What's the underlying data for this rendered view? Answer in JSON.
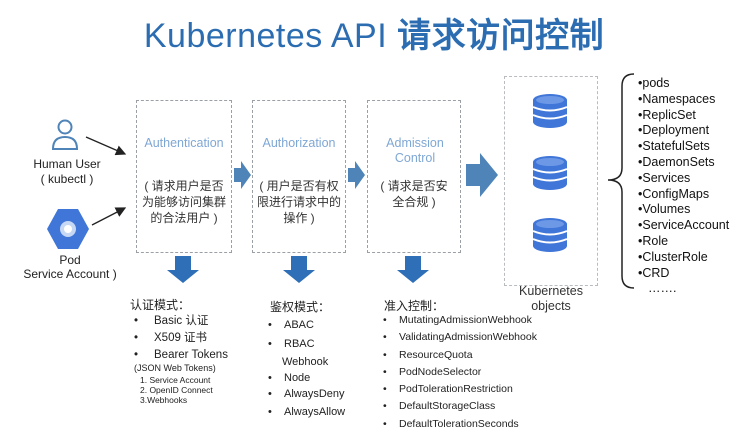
{
  "title": {
    "en": "Kubernetes API ",
    "cn": "请求访问控制"
  },
  "actors": {
    "human": {
      "line1": "Human User",
      "line2": "( kubectl )"
    },
    "pod": {
      "line1": "Pod",
      "line2": "Service Account )"
    }
  },
  "stages": [
    {
      "title": "Authentication",
      "desc": "( 请求用户是否为能够访问集群的合法用户 )"
    },
    {
      "title": "Authorization",
      "desc": "( 用户是否有权限进行请求中的操作 )"
    },
    {
      "title": "Admission Control",
      "desc": "( 请求是否安全合规 )"
    }
  ],
  "objects_label": "Kubernetes objects",
  "auth_modes": {
    "heading": "认证模式：",
    "items": [
      "Basic 认证",
      "X509 证书",
      "Bearer Tokens"
    ],
    "note": "(JSON Web Tokens)",
    "subitems": [
      "1. Service Account",
      "2. OpenID Connect",
      "3.Webhooks"
    ]
  },
  "authz_modes": {
    "heading": "鉴权模式：",
    "items": [
      "ABAC",
      "RBAC",
      "Webhook",
      "Node",
      "AlwaysDeny",
      "AlwaysAllow"
    ]
  },
  "admission": {
    "heading": "准入控制：",
    "items": [
      "MutatingAdmissionWebhook",
      "ValidatingAdmissionWebhook",
      "ResourceQuota",
      "PodNodeSelector",
      "PodTolerationRestriction",
      "DefaultStorageClass",
      "DefaultTolerationSeconds"
    ]
  },
  "resources": [
    "•pods",
    "•Namespaces",
    "•ReplicSet",
    "•Deployment",
    "•StatefulSets",
    "•DaemonSets",
    "•Services",
    "•ConfigMaps",
    "•Volumes",
    "•ServiceAccount",
    "•Role",
    "•ClusterRole",
    "•CRD",
    "……."
  ],
  "colors": {
    "title": "#2c6db2",
    "arrow": "#4f84b8",
    "arrow_down": "#2f6fb7",
    "stage_title": "#7fa7d4",
    "pod_icon": "#3f76d8"
  }
}
